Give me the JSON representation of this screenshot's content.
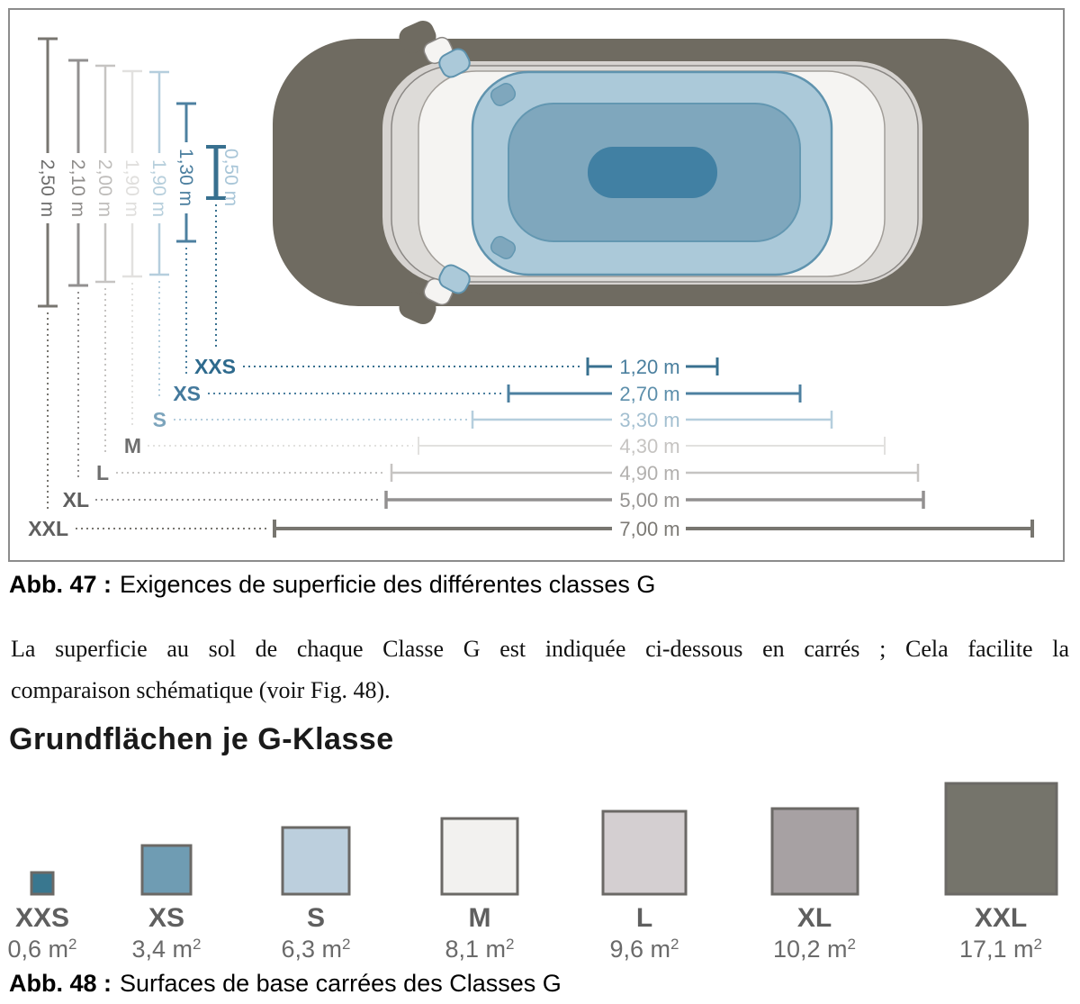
{
  "figure47": {
    "border_color": "#8c8c8c",
    "caption": {
      "bold": "Abb. 47 :",
      "rest": "Exigences de superficie des différentes classes G"
    },
    "car": {
      "xxl": "#6f6b61",
      "xl": "#d6d3d0",
      "l": "#dddbd8",
      "m": "#f5f4f2",
      "s": "#abc9d9",
      "s_stroke": "#5f93ae",
      "xs": "#7fa7bd",
      "xs_stroke": "#6397b1",
      "xxs": "#4180a3"
    },
    "classes": [
      {
        "size": "XXS",
        "length": "1,20 m",
        "width": "0,50 m",
        "line": "#38708f",
        "size_color": "#2e6a8d",
        "value_color": "#4a7f9e",
        "width_label_color": "#a9c6d8"
      },
      {
        "size": "XS",
        "length": "2,70 m",
        "width": "1,30 m",
        "line": "#4d80a0",
        "size_color": "#44799c",
        "value_color": "#5d8fab",
        "width_label_color": "#4d80a0"
      },
      {
        "size": "S",
        "length": "3,30 m",
        "width": "1,90 m",
        "line": "#b5cedd",
        "size_color": "#7ca4bc",
        "value_color": "#a3bfd0",
        "width_label_color": "#b7cfdc"
      },
      {
        "size": "M",
        "length": "4,30 m",
        "width": "1,90 m",
        "line": "#e2e1df",
        "size_color": "#6f6f6f",
        "value_color": "#c6c4c2",
        "width_label_color": "#e0dfdd"
      },
      {
        "size": "L",
        "length": "4,90 m",
        "width": "2,00 m",
        "line": "#c6c4c2",
        "size_color": "#6f6f6f",
        "value_color": "#b2b0ae",
        "width_label_color": "#bfbdbb"
      },
      {
        "size": "XL",
        "length": "5,00 m",
        "width": "2,10 m",
        "line": "#929090",
        "size_color": "#5f5f5f",
        "value_color": "#969492",
        "width_label_color": "#8f8d8b"
      },
      {
        "size": "XXL",
        "length": "7,00 m",
        "width": "2,50 m",
        "line": "#787670",
        "size_color": "#5f5f5f",
        "value_color": "#7c7a75",
        "width_label_color": "#6e6e6d"
      }
    ]
  },
  "paragraph": {
    "line1": "La superficie au sol de chaque Classe G est indiquée ci-dessous en carrés ; Cela facilite la",
    "line2": "comparaison schématique (voir Fig. 48)."
  },
  "heading": "Grundflächen je G-Klasse",
  "figure48": {
    "caption": {
      "bold": "Abb. 48 :",
      "rest": "Surfaces de base carrées des Classes G"
    },
    "square_border": "#6b6966",
    "label_color": "#5f5f5f",
    "area_color": "#6a6a6a",
    "classes": [
      {
        "label": "XXS",
        "area": "0,6 m",
        "sup": "2",
        "fill": "#39778f"
      },
      {
        "label": "XS",
        "area": "3,4 m",
        "sup": "2",
        "fill": "#6f9cb3"
      },
      {
        "label": "S",
        "area": "6,3 m",
        "sup": "2",
        "fill": "#bccfdd"
      },
      {
        "label": "M",
        "area": "8,1 m",
        "sup": "2",
        "fill": "#f2f1ef"
      },
      {
        "label": "L",
        "area": "9,6 m",
        "sup": "2",
        "fill": "#d4cfd1"
      },
      {
        "label": "XL",
        "area": "10,2 m",
        "sup": "2",
        "fill": "#a7a1a3"
      },
      {
        "label": "XXL",
        "area": "17,1 m",
        "sup": "2",
        "fill": "#75746b"
      }
    ]
  }
}
